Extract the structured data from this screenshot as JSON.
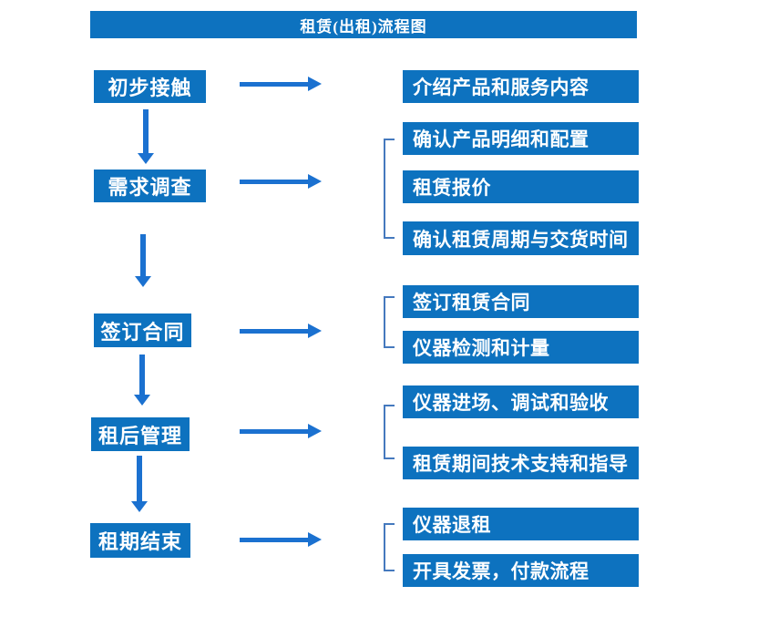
{
  "title": "租赁(出租)流程图",
  "colors": {
    "box_fill": "#0D72BF",
    "arrow": "#1B71D0",
    "bracket": "#4579BE",
    "text": "#FFFFFF",
    "background": "#FFFFFF"
  },
  "stages": [
    {
      "label": "初步接触"
    },
    {
      "label": "需求调查"
    },
    {
      "label": "签订合同"
    },
    {
      "label": "租后管理"
    },
    {
      "label": "租期结束"
    }
  ],
  "details": [
    {
      "label": "介绍产品和服务内容"
    },
    {
      "label": "确认产品明细和配置"
    },
    {
      "label": "租赁报价"
    },
    {
      "label": "确认租赁周期与交货时间"
    },
    {
      "label": "签订租赁合同"
    },
    {
      "label": "仪器检测和计量"
    },
    {
      "label": "仪器进场、调试和验收"
    },
    {
      "label": "租赁期间技术支持和指导"
    },
    {
      "label": "仪器退租"
    },
    {
      "label": "开具发票，付款流程"
    }
  ]
}
